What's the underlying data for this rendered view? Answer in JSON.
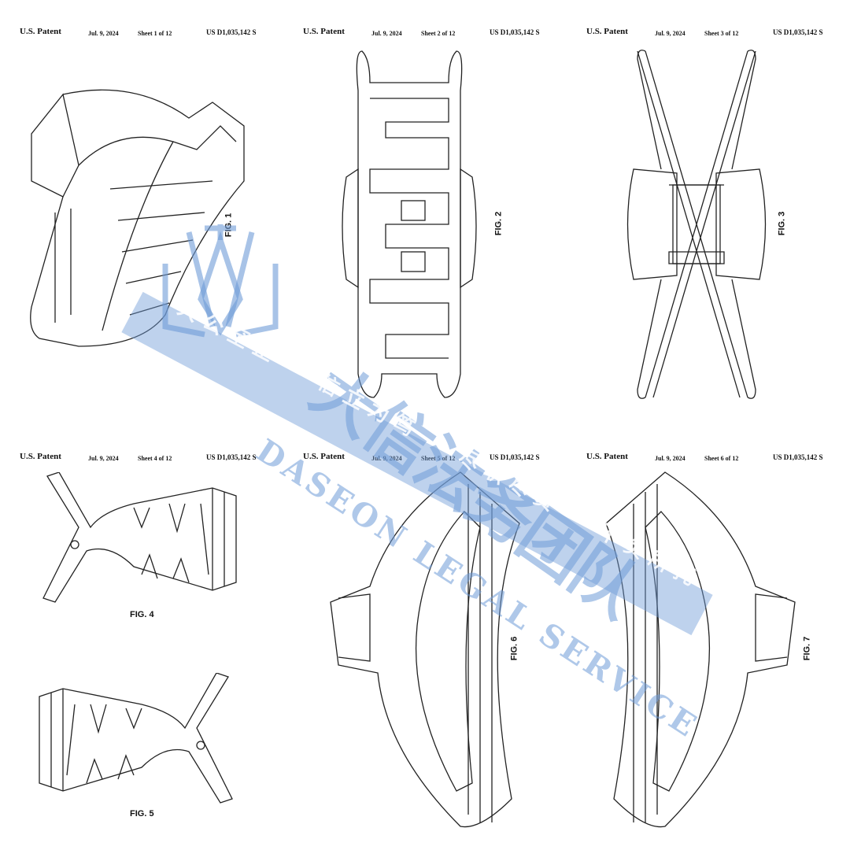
{
  "sheets": [
    {
      "patent": "U.S. Patent",
      "date": "Jul. 9, 2024",
      "sheet": "Sheet 1 of 12",
      "number": "US D1,035,142 S",
      "figs": [
        "FIG. 1"
      ]
    },
    {
      "patent": "U.S. Patent",
      "date": "Jul. 9, 2024",
      "sheet": "Sheet 2 of 12",
      "number": "US D1,035,142 S",
      "figs": [
        "FIG. 2"
      ]
    },
    {
      "patent": "U.S. Patent",
      "date": "Jul. 9, 2024",
      "sheet": "Sheet 3 of 12",
      "number": "US D1,035,142 S",
      "figs": [
        "FIG. 3"
      ]
    },
    {
      "patent": "U.S. Patent",
      "date": "Jul. 9, 2024",
      "sheet": "Sheet 4 of 12",
      "number": "US D1,035,142 S",
      "figs": [
        "FIG. 4",
        "FIG. 5"
      ]
    },
    {
      "patent": "U.S. Patent",
      "date": "Jul. 9, 2024",
      "sheet": "Sheet 5 of 12",
      "number": "US D1,035,142 S",
      "figs": [
        "FIG. 6"
      ]
    },
    {
      "patent": "U.S. Patent",
      "date": "Jul. 9, 2024",
      "sheet": "Sheet 6 of 12",
      "number": "US D1,035,142 S",
      "figs": [
        "FIG. 7"
      ]
    }
  ],
  "watermark": {
    "name_cn": "大信法务团队",
    "name_en": "DASEON LEGAL SERVICE",
    "motto": "大公至正 · 信立为笃 · 尽职尽责 · 不负所托",
    "color": "#6E9BD7"
  }
}
